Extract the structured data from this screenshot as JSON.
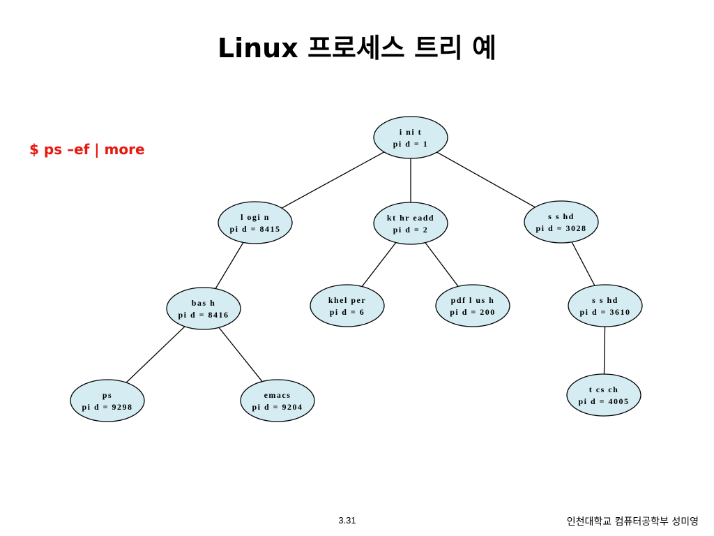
{
  "slide": {
    "title": "Linux 프로세스 트리 예",
    "command": "$ ps –ef | more",
    "page_number": "3.31",
    "footer": "인천대학교 컴퓨터공학부 성미영"
  },
  "colors": {
    "node_fill": "#d4ecf2",
    "edge": "#000000",
    "command_text": "#e8170f"
  },
  "tree": {
    "nodes": [
      {
        "id": "init",
        "name": "i ni t",
        "pid": "pi d  =  1"
      },
      {
        "id": "login",
        "name": "l ogi n",
        "pid": "pi d  =  8415"
      },
      {
        "id": "kthreadd",
        "name": "kt hr eadd",
        "pid": "pi d  =  2"
      },
      {
        "id": "sshd1",
        "name": "s s hd",
        "pid": "pi d  =  3028"
      },
      {
        "id": "bash",
        "name": "bas h",
        "pid": "pi d  =  8416"
      },
      {
        "id": "khelper",
        "name": "khel per",
        "pid": "pi d  =  6"
      },
      {
        "id": "pdflush",
        "name": "pdf l us h",
        "pid": "pi d  =  200"
      },
      {
        "id": "sshd2",
        "name": "s s hd",
        "pid": "pi d  =  3610"
      },
      {
        "id": "ps",
        "name": "ps",
        "pid": "pi d  =  9298"
      },
      {
        "id": "emacs",
        "name": "emacs",
        "pid": "pi d  =  9204"
      },
      {
        "id": "tcsch",
        "name": "t cs ch",
        "pid": "pi d  =  4005"
      }
    ],
    "edges": [
      [
        "init",
        "login"
      ],
      [
        "init",
        "kthreadd"
      ],
      [
        "init",
        "sshd1"
      ],
      [
        "login",
        "bash"
      ],
      [
        "kthreadd",
        "khelper"
      ],
      [
        "kthreadd",
        "pdflush"
      ],
      [
        "sshd1",
        "sshd2"
      ],
      [
        "bash",
        "ps"
      ],
      [
        "bash",
        "emacs"
      ],
      [
        "sshd2",
        "tcsch"
      ]
    ]
  }
}
